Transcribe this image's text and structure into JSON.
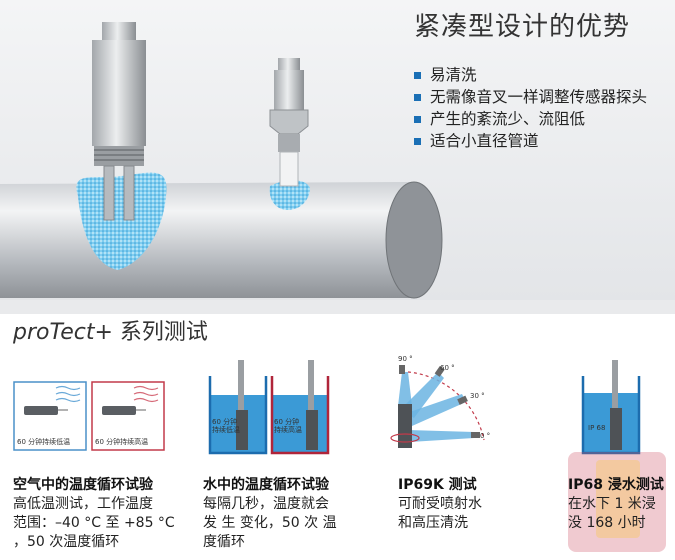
{
  "top": {
    "title": "紧凑型设计的优势",
    "features": [
      "易清洗",
      "无需像音叉一样调整传感器探头",
      "产生的紊流少、流阻低",
      "适合小直径管道"
    ],
    "accent_color": "#1a6fb5",
    "spray_color": "#4fb3e0"
  },
  "series": {
    "brand": "proTect+",
    "title_suffix": "系列测试"
  },
  "tests": [
    {
      "labels": [
        "60 分钟持续低温",
        "60 分钟持续高温"
      ],
      "head": "空气中的温度循环试验",
      "body": [
        "高低温测试，工作温度",
        "范围：–40 °C 至 +85 °C",
        "，50 次温度循环"
      ]
    },
    {
      "labels": [
        "60 分钟",
        "持续低温",
        "60 分钟",
        "持续高温"
      ],
      "head": "水中的温度循环试验",
      "body": [
        "每隔几秒，温度就会",
        "发 生 变化，50 次 温",
        "度循环"
      ]
    },
    {
      "angles": [
        "90 °",
        "60 °",
        "30 °",
        "0 °"
      ],
      "head": "IP69K 测试",
      "body": [
        "可耐受喷射水",
        "和高压清洗"
      ]
    },
    {
      "label": "IP 68",
      "head": "IP68 浸水测试",
      "body": [
        "在水下 1 米浸",
        "没 168 小时"
      ]
    }
  ]
}
